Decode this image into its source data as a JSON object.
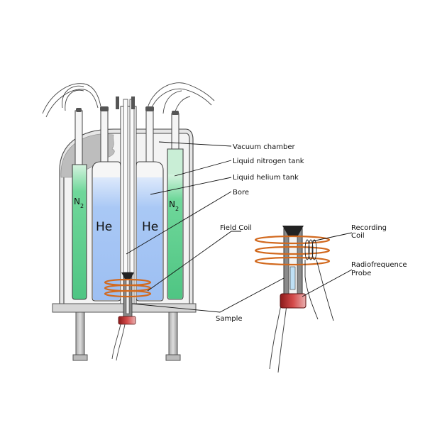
{
  "labels": {
    "vacuum_chamber": "Vacuum chamber",
    "liquid_nitrogen_tank": "Liquid nitrogen tank",
    "liquid_helium_tank": "Liquid helium tank",
    "bore": "Bore",
    "field_coil": "Field Coil",
    "recording_coil_line1": "Recording",
    "recording_coil_line2": "Coil",
    "rf_probe_line1": "Radiofrequence",
    "rf_probe_line2": "Probe",
    "sample": "Sample"
  },
  "tank_labels": {
    "helium_left": "He",
    "helium_right": "He",
    "nitrogen_left_main": "N",
    "nitrogen_left_sub": "2",
    "nitrogen_right_main": "N",
    "nitrogen_right_sub": "2"
  },
  "colors": {
    "helium_fill": "#a9c8f5",
    "nitrogen_fill": "#5fcf8e",
    "nitrogen_light": "#c9eed6",
    "coil": "#d2691e",
    "probe_red": "#b22222",
    "chamber_grey": "#c8c8c8",
    "frost_grey": "#b8b8b8"
  }
}
